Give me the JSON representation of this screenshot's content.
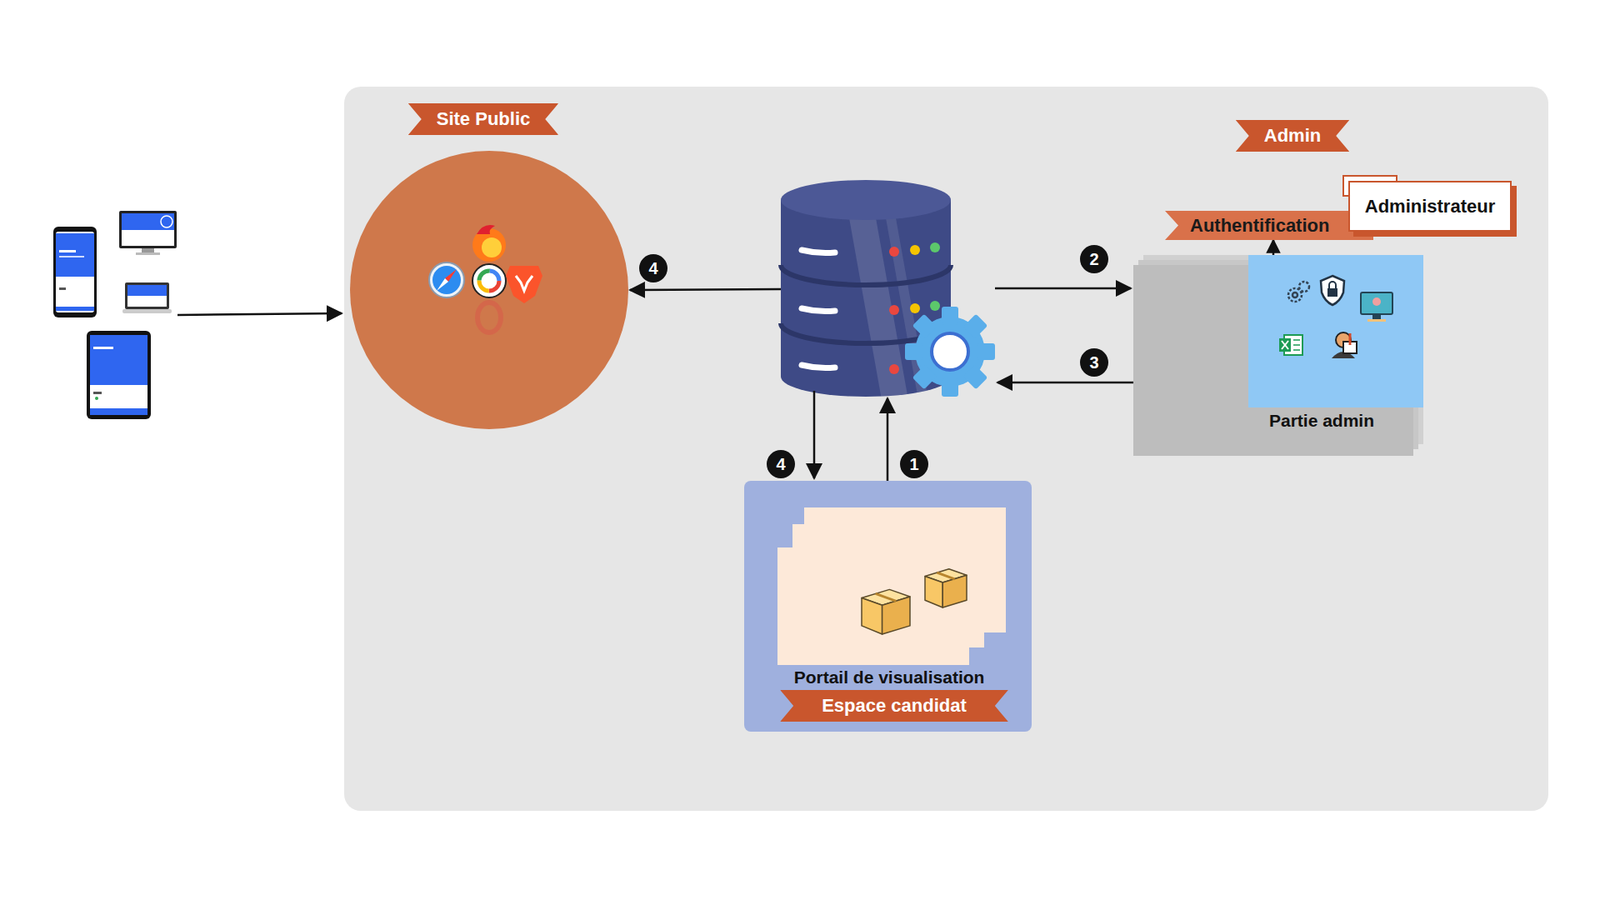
{
  "diagram": {
    "nodes": [
      {
        "text": [
          "Site Public"
        ]
      },
      {
        "text": [
          "Admin"
        ]
      },
      {
        "text": [
          "Administrateur"
        ]
      },
      {
        "text": [
          "Authentification"
        ]
      },
      {
        "text": [
          "Partie admin"
        ]
      },
      {
        "text": [
          "Portail de visualisation",
          "Espace candidat"
        ]
      }
    ],
    "edges": [
      {
        "from": 4,
        "to": 3,
        "arrow": "to"
      }
    ],
    "labels": [
      "4",
      "2",
      "3",
      "4",
      "1"
    ]
  }
}
